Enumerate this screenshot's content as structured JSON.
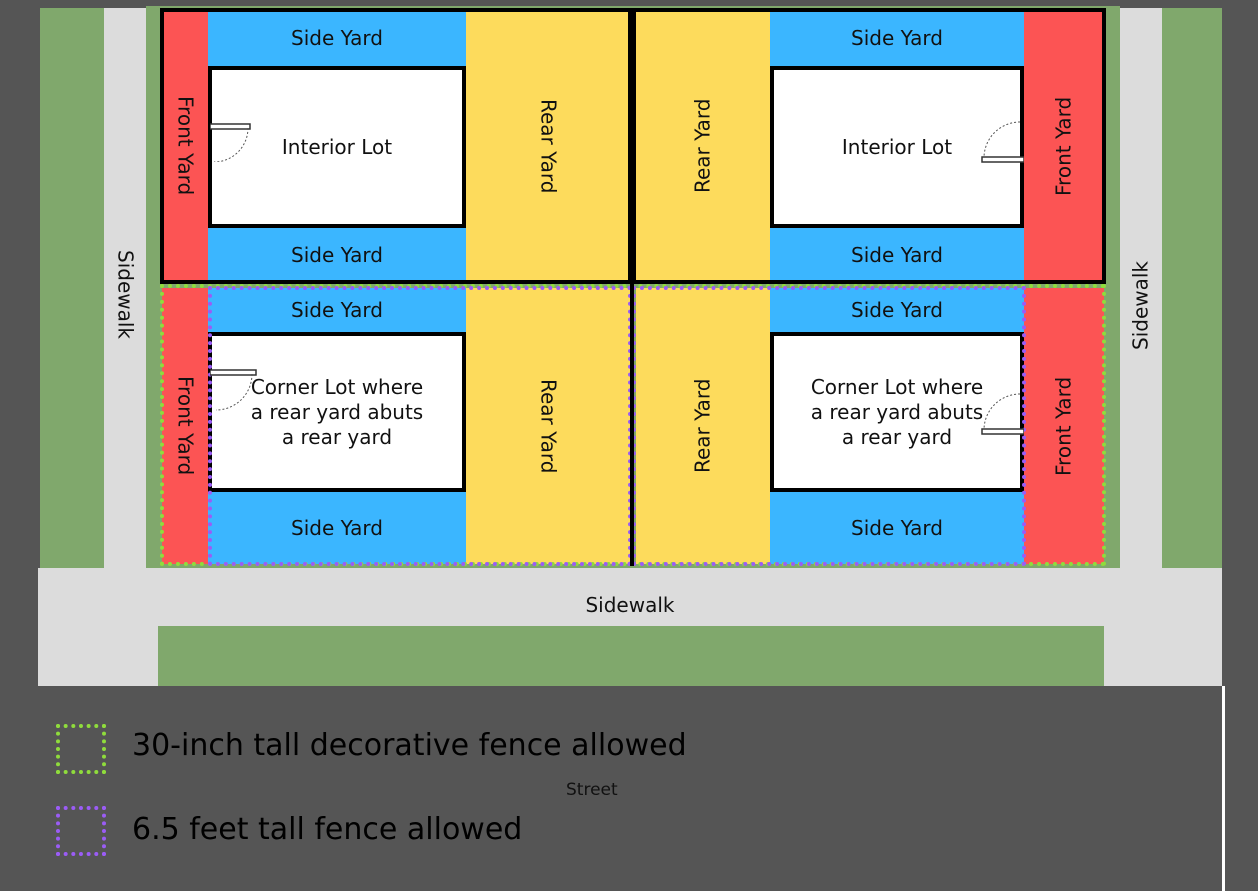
{
  "map": {
    "yards": {
      "front_yard": "Front Yard",
      "side_yard": "Side Yard",
      "rear_yard": "Rear Yard"
    },
    "lots": {
      "interior_lot": "Interior Lot",
      "corner_lot": "Corner Lot where a rear yard abuts a rear yard"
    },
    "sidewalk": "Sidewalk",
    "street": "Street"
  },
  "legend": {
    "items": [
      {
        "label": "30-inch tall decorative fence allowed",
        "color": "#8fdc3c"
      },
      {
        "label": "6.5 feet tall fence allowed",
        "color": "#9b5cf6"
      }
    ]
  },
  "colors": {
    "front_yard": "#fc5454",
    "side_yard": "#3bb6ff",
    "rear_yard": "#fddb5c",
    "grass": "#80a86c",
    "sidewalk": "#dcdcdc",
    "street": "#555555"
  }
}
